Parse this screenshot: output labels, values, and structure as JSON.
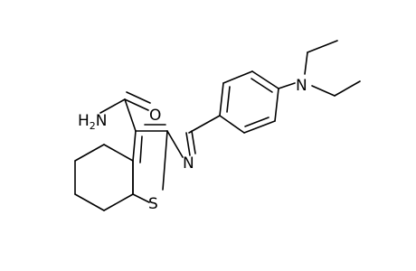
{
  "molecule": {
    "atoms": {
      "amide_n": "H2N",
      "amide_n_main": "H",
      "amide_n_sub": "2",
      "amide_n_tail": "N",
      "amide_o": "O",
      "imine_n": "N",
      "thiophene_s": "S",
      "amine_n": "N"
    }
  }
}
